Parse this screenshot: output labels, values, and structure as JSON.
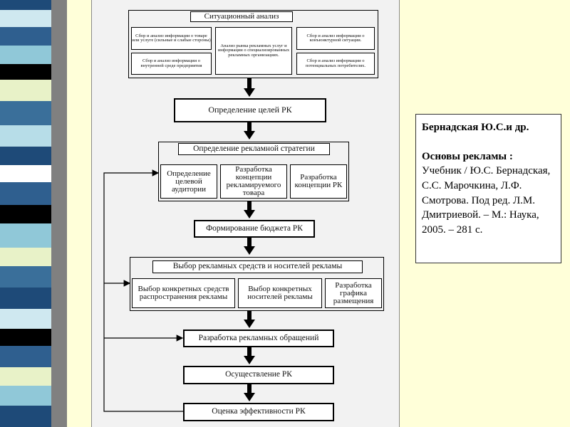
{
  "flowchart": {
    "situation_analysis": {
      "title": "Ситуационный анализ",
      "items": {
        "product_info": "Сбор и анализ информации о товаре или услуге (сильные и слабые стороны)",
        "market_analysis": "Анализ рынка рекламных услуг и информации о специализированных рекламных организациях.",
        "competitive_info": "Сбор и анализ информации о конъюнктурной ситуации.",
        "enterprise_info": "Сбор и анализ информации о внутренней среде предприятия",
        "consumer_info": "Сбор и анализ информации о потенциальных потребителях."
      }
    },
    "goals": "Определение целей РК",
    "strategy": {
      "title": "Определение рекламной стратегии",
      "items": {
        "audience": "Определение целевой аудитории",
        "concept_product": "Разработка концепции рекламируемого товара",
        "concept_rk": "Разработка концепции РК"
      }
    },
    "budget": "Формирование бюджета РК",
    "media": {
      "title": "Выбор рекламных средств и носителей рекламы",
      "items": {
        "channels": "Выбор конкретных средств распространения рекламы",
        "carriers": "Выбор конкретных носителей рекламы",
        "schedule": "Разработка графика размещения"
      }
    },
    "messages": "Разработка рекламных обращений",
    "implementation": "Осуществление РК",
    "evaluation": "Оценка эффективности РК"
  },
  "reference": {
    "authors": "Бернадская Ю.С.и др.",
    "title": "Основы рекламы :",
    "details": "Учебник / Ю.С. Бернадская, С.С. Марочкина, Л.Ф. Смотрова. Под ред. Л.М. Дмитриевой. – М.: Наука, 2005. – 281 с."
  },
  "colors": {
    "stripe": [
      "#2f5f8f",
      "#cfe8f0",
      "#1e4a78",
      "#90c8d8",
      "#000000",
      "#e8f2c8",
      "#3a6f9a",
      "#ffffff"
    ],
    "grey_bar": "#808080",
    "background": "#ffffd9"
  }
}
